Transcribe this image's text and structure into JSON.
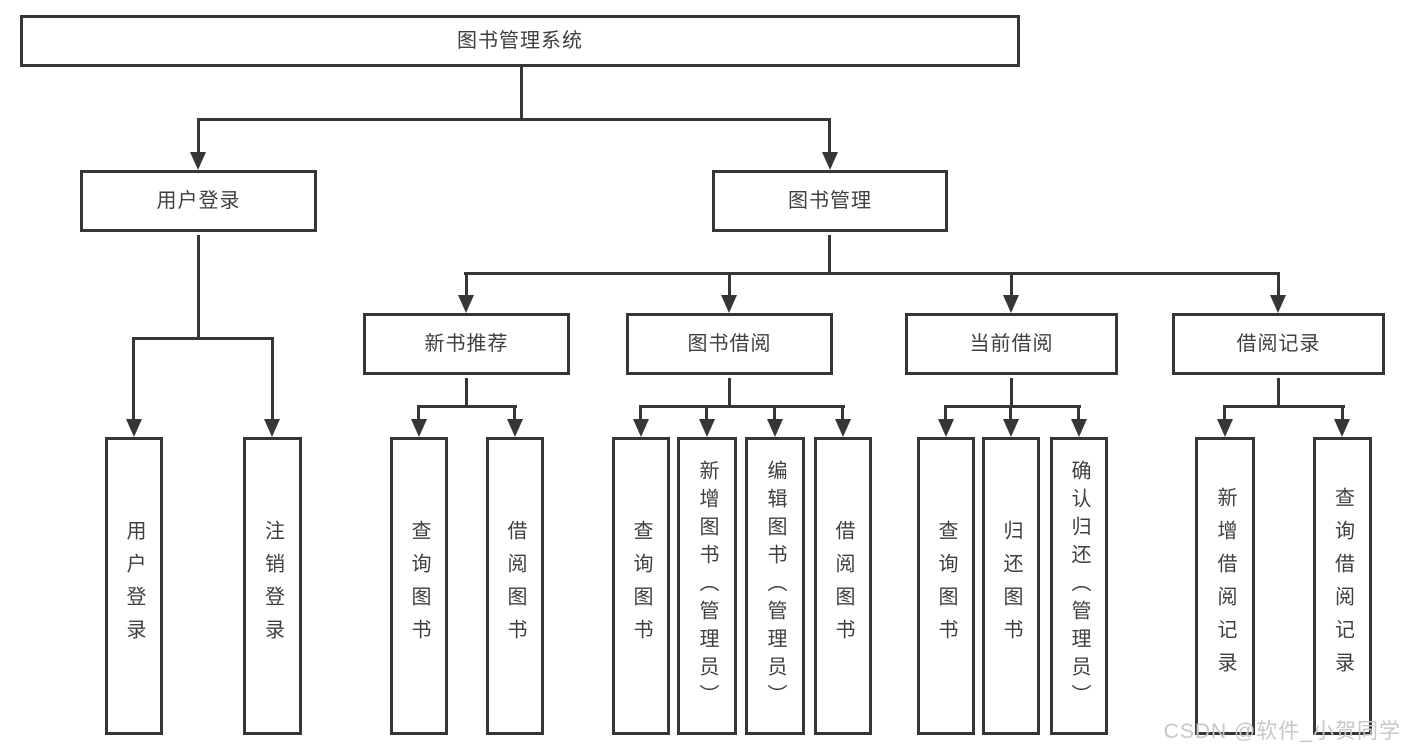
{
  "diagram": {
    "type": "tree",
    "title": "图书管理系统",
    "colors": {
      "line": "#363636",
      "text": "#3f3f3f",
      "box_background": "#ffffff",
      "watermark": "#c7c7c7"
    },
    "tree": {
      "label": "图书管理系统",
      "children": [
        {
          "label": "用户登录",
          "children": [
            {
              "label": "用户登录"
            },
            {
              "label": "注销登录"
            }
          ]
        },
        {
          "label": "图书管理",
          "children": [
            {
              "label": "新书推荐",
              "children": [
                {
                  "label": "查询图书"
                },
                {
                  "label": "借阅图书"
                }
              ]
            },
            {
              "label": "图书借阅",
              "children": [
                {
                  "label": "查询图书"
                },
                {
                  "label": "新增图书（管理员）"
                },
                {
                  "label": "编辑图书（管理员）"
                },
                {
                  "label": "借阅图书"
                }
              ]
            },
            {
              "label": "当前借阅",
              "children": [
                {
                  "label": "查询图书"
                },
                {
                  "label": "归还图书"
                },
                {
                  "label": "确认归还（管理员）"
                }
              ]
            },
            {
              "label": "借阅记录",
              "children": [
                {
                  "label": "新增借阅记录"
                },
                {
                  "label": "查询借阅记录"
                }
              ]
            }
          ]
        }
      ]
    }
  },
  "watermark": {
    "text": "CSDN @软件_小贺同学"
  }
}
